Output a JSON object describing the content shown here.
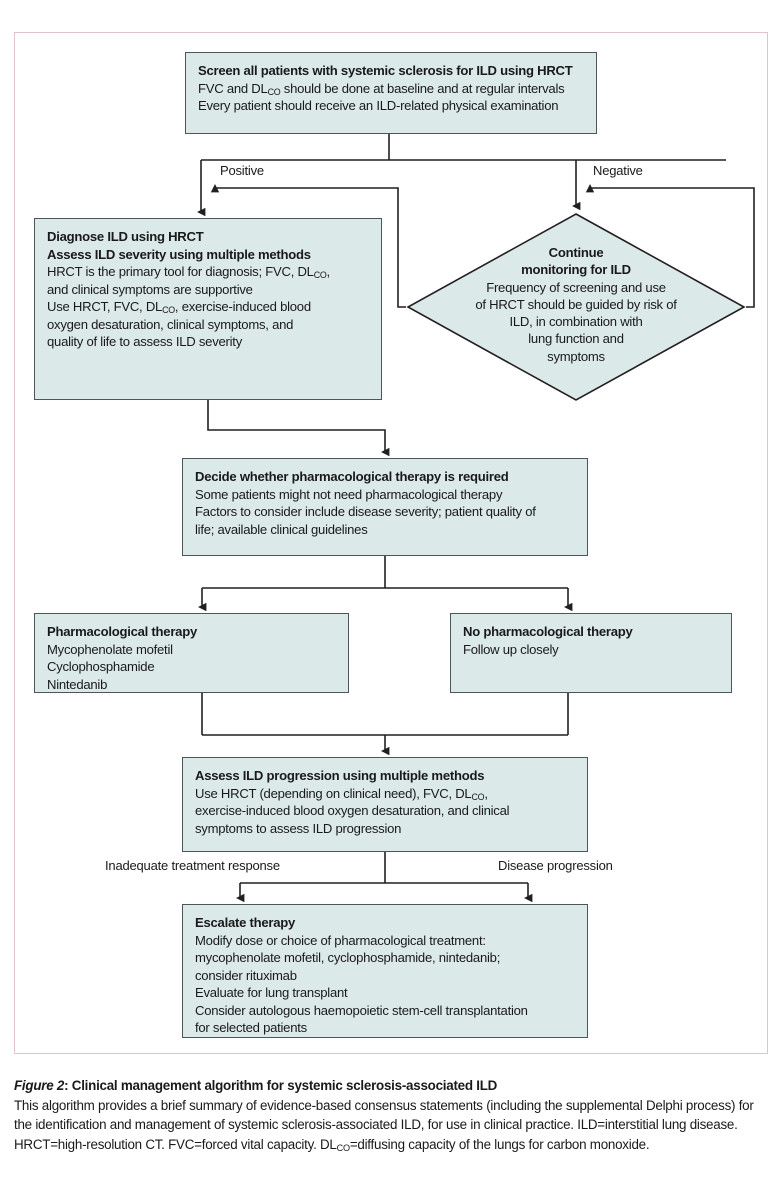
{
  "figure": {
    "frame_border_color": "#e0c3cb",
    "box_fill_color": "#dce9e9",
    "box_border_color": "#4b5658",
    "connector_color": "#231f20"
  },
  "boxes": {
    "screen": {
      "title": "Screen all patients with systemic sclerosis for ILD using HRCT",
      "lines": [
        "FVC and DLCO should be done at baseline and at regular intervals",
        "Every patient should receive an ILD-related physical examination"
      ]
    },
    "diagnose": {
      "title": "Diagnose ILD using HRCT",
      "title2": "Assess ILD severity using multiple methods",
      "lines": [
        "HRCT is the primary tool for diagnosis; FVC, DLCO,",
        "and clinical symptoms are supportive",
        "Use HRCT, FVC, DLCO, exercise-induced blood",
        "oxygen desaturation, clinical symptoms, and",
        "quality of life to assess ILD severity"
      ]
    },
    "monitor": {
      "title_line1": "Continue",
      "title_line2": "monitoring for ILD",
      "lines": [
        "Frequency of screening and use",
        "of HRCT should be guided by risk of",
        "ILD, in combination with",
        "lung function and",
        "symptoms"
      ]
    },
    "decide": {
      "title": "Decide whether pharmacological therapy is required",
      "lines": [
        "Some patients might not need pharmacological therapy",
        "Factors to consider include disease severity; patient quality of",
        "life; available clinical guidelines"
      ]
    },
    "pharmacological": {
      "title": "Pharmacological therapy",
      "lines": [
        "Mycophenolate mofetil",
        "Cyclophosphamide",
        "Nintedanib"
      ]
    },
    "no_pharmacological": {
      "title": "No pharmacological therapy",
      "lines": [
        "Follow up closely"
      ]
    },
    "progression": {
      "title": "Assess ILD progression using multiple methods",
      "lines": [
        "Use HRCT (depending on clinical need), FVC, DLCO,",
        "exercise-induced blood oxygen desaturation, and clinical",
        "symptoms to assess ILD progression"
      ]
    },
    "escalate": {
      "title": "Escalate therapy",
      "lines": [
        "Modify dose or choice of pharmacological treatment:",
        "mycophenolate mofetil, cyclophosphamide, nintedanib;",
        "consider rituximab",
        "Evaluate for lung transplant",
        "Consider autologous haemopoietic stem-cell transplantation",
        "for selected patients"
      ]
    }
  },
  "edge_labels": {
    "positive": "Positive",
    "negative": "Negative",
    "inadequate": "Inadequate treatment response",
    "disease_progression": "Disease progression"
  },
  "caption": {
    "figure_number": "Figure 2",
    "separator": ": ",
    "title": "Clinical management algorithm for systemic sclerosis-associated ILD",
    "body_1": "This algorithm provides a brief summary of evidence-based consensus statements (including the supplemental Delphi process) for the identification and management of systemic sclerosis-associated ILD, for use in clinical practice. ILD=interstitial lung disease. HRCT=high-resolution CT. FVC=forced vital capacity. DL",
    "body_sub": "CO",
    "body_2": "=diffusing capacity of the lungs for carbon monoxide."
  }
}
